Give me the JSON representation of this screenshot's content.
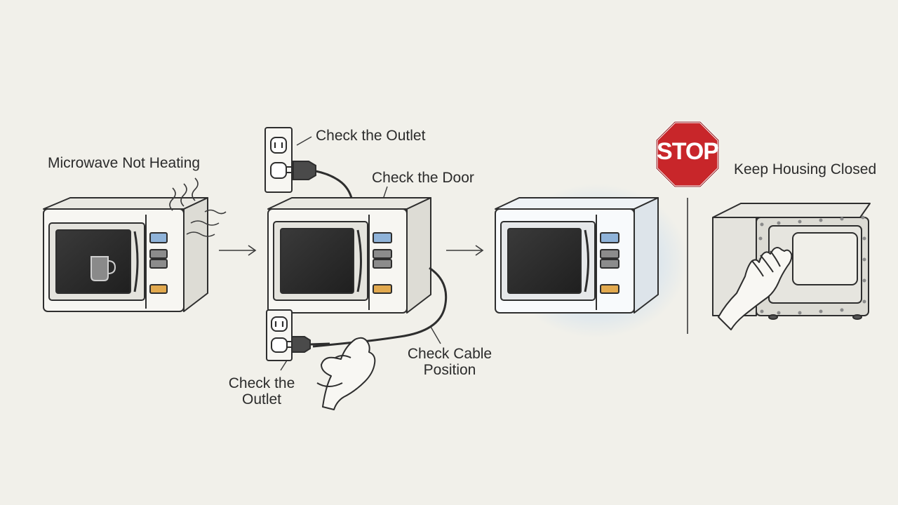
{
  "colors": {
    "background": "#f1f0ea",
    "line": "#2e2e2e",
    "microwave_body": "#f7f6f2",
    "window": "#2b2b2b",
    "button_blue": "#8fb3d9",
    "button_gray": "#8c8c8c",
    "button_orange": "#e2a94e",
    "stop_red": "#c8262a",
    "glow": "#bcd6f0"
  },
  "icons": [
    "microwave-icon",
    "coffee-mug-icon",
    "heat-wave-icon",
    "wall-outlet-icon",
    "power-plug-icon",
    "gloved-hand-icon",
    "arrow-right-icon",
    "stop-sign-icon",
    "hand-icon"
  ],
  "steps": {
    "step1": {
      "title": "Microwave Not Heating"
    },
    "step2": {
      "outlet_top_label": "Check the Outlet",
      "door_label": "Check the Door",
      "outlet_bottom_label_line1": "Check the",
      "outlet_bottom_label_line2": "Outlet",
      "cable_label_line1": "Check Cable",
      "cable_label_line2": "Position"
    },
    "step4": {
      "stop_text": "STOP",
      "warning_label": "Keep Housing Closed"
    }
  }
}
